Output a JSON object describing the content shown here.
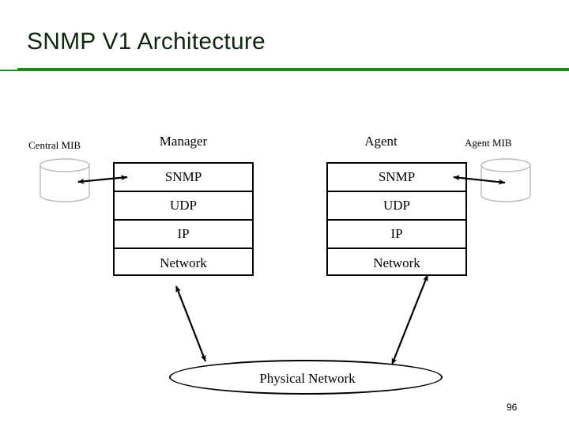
{
  "slide": {
    "title": "SNMP V1 Architecture",
    "page_number": "96",
    "accent_color": "#1a8a1a",
    "title_color": "#10280f",
    "line_color": "#000000",
    "cylinder_color": "#b8b8b8"
  },
  "diagram": {
    "manager": {
      "caption": "Manager",
      "layers": [
        {
          "label": "SNMP"
        },
        {
          "label": "UDP"
        },
        {
          "label": "IP"
        },
        {
          "label": "Network"
        }
      ]
    },
    "agent": {
      "caption": "Agent",
      "layers": [
        {
          "label": "SNMP"
        },
        {
          "label": "UDP"
        },
        {
          "label": "IP"
        },
        {
          "label": "Network"
        }
      ]
    },
    "central_mib": {
      "caption": "Central MIB",
      "icon": "database-cylinder-icon"
    },
    "agent_mib": {
      "caption": "Agent MIB",
      "icon": "database-cylinder-icon"
    },
    "physical_network": {
      "label": "Physical Network",
      "shape": "ellipse"
    },
    "connectors": [
      {
        "name": "central-mib-to-manager-snmp",
        "arrowheads": "both"
      },
      {
        "name": "agent-snmp-to-agent-mib",
        "arrowheads": "both"
      },
      {
        "name": "manager-network-to-physical-network",
        "arrowheads": "both"
      },
      {
        "name": "agent-network-to-physical-network",
        "arrowheads": "both"
      }
    ]
  }
}
